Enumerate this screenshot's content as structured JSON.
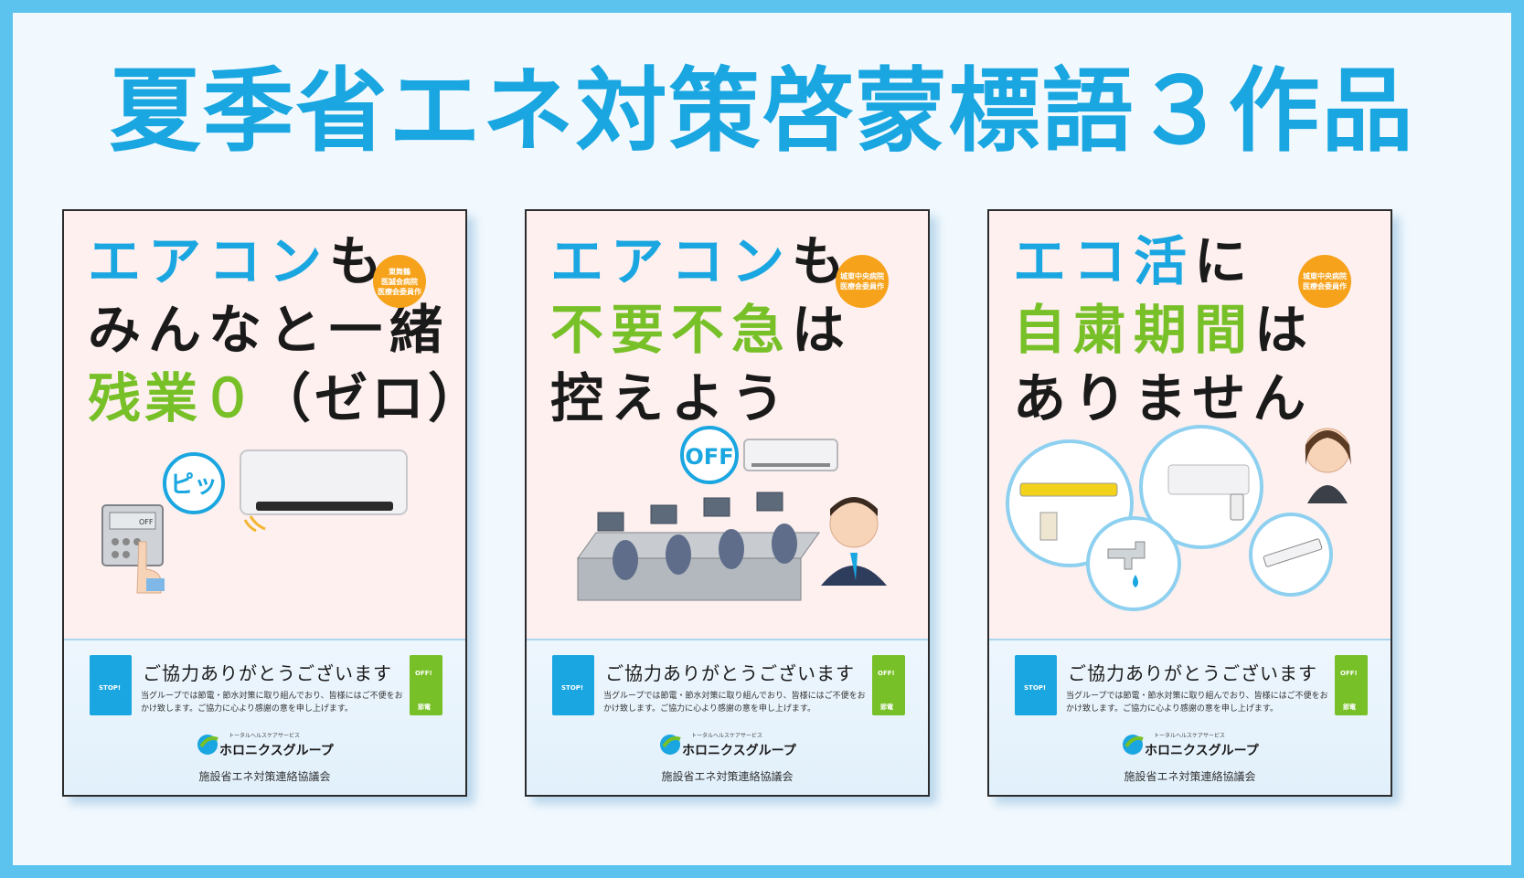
{
  "title": "夏季省エネ対策啓蒙標語３作品",
  "colors": {
    "frame": "#5cc3ee",
    "accent_blue": "#1aa6e0",
    "accent_green": "#78c028",
    "badge_orange": "#f7a21b",
    "poster_bg": "#fdf0ef"
  },
  "posters": [
    {
      "lines": [
        {
          "text": "エアコンも",
          "color": "blue-black"
        },
        {
          "text": "みんなと一緒",
          "color": "black"
        },
        {
          "text": "残業０（ゼロ）",
          "color": "green-black"
        }
      ],
      "line1a": "エアコン",
      "line1b": "も",
      "line3a": "残業０",
      "line3b": "（ゼロ）",
      "badge": [
        "東舞鶴",
        "医誠会病院",
        "医療会委員作"
      ],
      "speech": "ピッ",
      "panel_off": "OFF",
      "illustration": "air-conditioner-remote-panel"
    },
    {
      "line1a": "エアコン",
      "line1b": "も",
      "line2a": "不要不急",
      "line2b": "は",
      "line3": "控えよう",
      "badge": [
        "城東中央病院",
        "医療会委員作"
      ],
      "speech": "OFF",
      "illustration": "office-desks-businessman"
    },
    {
      "line1a": "エコ活",
      "line1b": "に",
      "line2a": "自粛期間",
      "line2b": "は",
      "line3": "ありません",
      "badge": [
        "城東中央病院",
        "医療会委員作"
      ],
      "illustration": "circles-appliances-woman"
    }
  ],
  "footer": {
    "thanks": "ご協力ありがとうございます",
    "note": "当グループでは節電・節水対策に取り組んでおり、皆様にはご不便をおかけ致します。ご協力に心より感謝の意を申し上げます。",
    "stop_label": "STOP!",
    "off_label": "OFF!",
    "power_label": "節電",
    "group_tag": "トータルヘルスケアサービス",
    "group_name": "ホロニクスグループ",
    "council": "施設省エネ対策連絡協議会"
  }
}
